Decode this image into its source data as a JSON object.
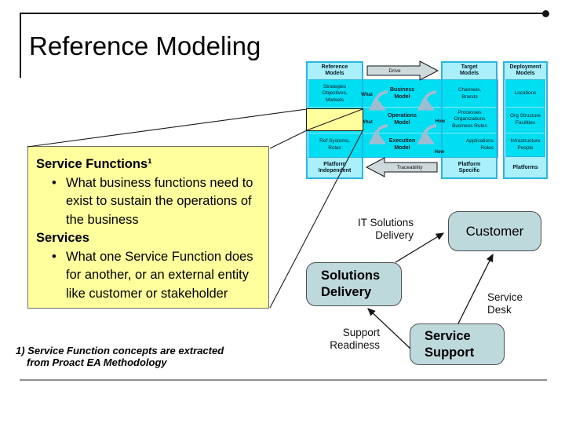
{
  "slide": {
    "title": "Reference Modeling"
  },
  "colors": {
    "cyan_cell": "#00dff2",
    "cyan_light": "#a9f0fa",
    "cyan_border": "#2ab5e5",
    "callout_yellow": "#ffff9e",
    "flow_box_fill": "#bed9dc",
    "block_arrow_fill": "#cdd9db",
    "swap_arrow": "#a0bcd2"
  },
  "model_diagram": {
    "reference": {
      "header": "Reference\nModels",
      "footer": "Platform\nIndependent",
      "cell_top": "Strategies\nObjectives,\nMarkets",
      "cell_bottom": "Ref Systems,\nRoles"
    },
    "models": {
      "business": "Business\nModel",
      "operations": "Operations\nModel",
      "execution": "Execution\nModel"
    },
    "target": {
      "header": "Target\nModels",
      "footer": "Platform\nSpecific",
      "cell_top": "Channels,\nBrands",
      "cell_mid": "Processes\nOrganizations\nBusiness Rules",
      "cell_bottom": "Applications\nRoles"
    },
    "deployment": {
      "header": "Deployment\nModels",
      "footer": "Platforms",
      "cell_top": "Locations",
      "cell_mid": "Org Structure\nFacilities",
      "cell_bottom": "Infrastructure\nPeople"
    },
    "arrows": {
      "drive": "Drive",
      "traceability": "Traceability"
    },
    "labels": {
      "what1": "What",
      "what2": "What",
      "how1": "How",
      "how2": "How"
    }
  },
  "callout": {
    "bullet_char": "•",
    "sections": [
      {
        "heading": "Service Functions¹",
        "lines": [
          "What business functions need to",
          "exist to sustain the operations of",
          "the business"
        ]
      },
      {
        "heading": "Services",
        "lines": [
          "What one Service Function does",
          "for another, or an external entity",
          "like customer or stakeholder"
        ]
      }
    ]
  },
  "flow": {
    "boxes": {
      "customer": "Customer",
      "solutions_delivery": "Solutions\nDelivery",
      "service_support": "Service\nSupport"
    },
    "labels": {
      "it_solutions_delivery": "IT Solutions\nDelivery",
      "service_desk": "Service\nDesk",
      "support_readiness": "Support\nReadiness"
    }
  },
  "footnote": {
    "line1": "1) Service Function concepts are extracted",
    "line2": "from Proact EA Methodology"
  }
}
